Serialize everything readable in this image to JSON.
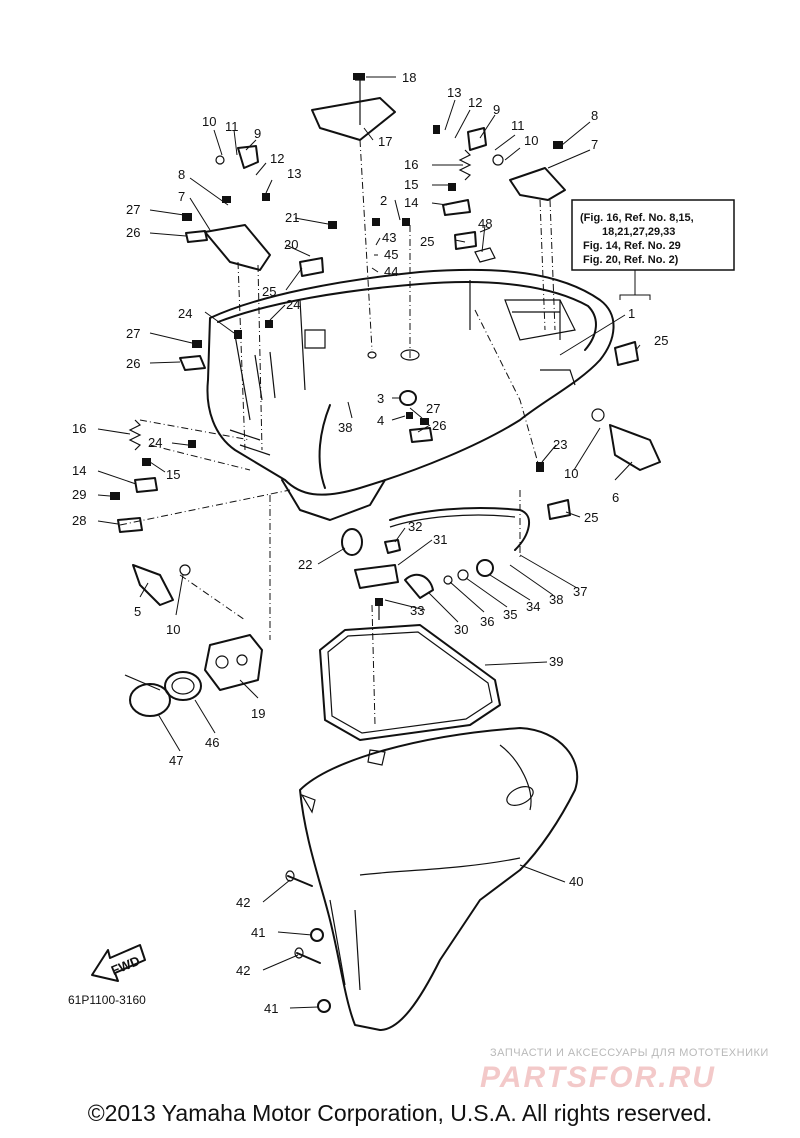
{
  "diagram": {
    "drawing_code": "61P1100-3160",
    "reference_note": [
      "(Fig. 16, Ref. No. 8,15,",
      "18,21,27,29,33",
      "Fig. 14, Ref. No. 29",
      "Fig. 20, Ref. No. 2)"
    ],
    "fwd_arrow_label": "FWD",
    "callouts": [
      "1",
      "2",
      "3",
      "4",
      "5",
      "6",
      "7",
      "8",
      "9",
      "10",
      "11",
      "12",
      "13",
      "14",
      "15",
      "16",
      "17",
      "18",
      "19",
      "20",
      "21",
      "22",
      "23",
      "24",
      "25",
      "26",
      "27",
      "28",
      "29",
      "30",
      "31",
      "32",
      "33",
      "34",
      "35",
      "36",
      "37",
      "38",
      "39",
      "40",
      "41",
      "42",
      "43",
      "44",
      "45",
      "46",
      "47",
      "48"
    ]
  },
  "watermark": {
    "tagline": "ЗАПЧАСТИ И АКСЕССУАРЫ ДЛЯ МОТОТЕХНИКИ",
    "brand": "PARTSFOR.RU"
  },
  "copyright": "©2013 Yamaha Motor Corporation, U.S.A. All rights reserved."
}
